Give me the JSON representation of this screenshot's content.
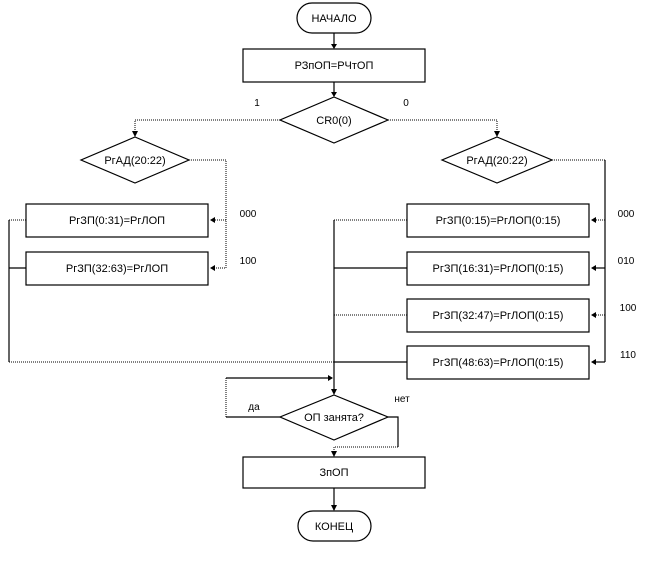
{
  "diagram": {
    "type": "flowchart",
    "start": {
      "label": "НАЧАЛО"
    },
    "init": {
      "label": "РЗпОП=РЧтОП"
    },
    "cond_cr0": {
      "label": "CR0(0)",
      "branch_true": "1",
      "branch_false": "0"
    },
    "left_decision": {
      "label": "РгАД(20:22)"
    },
    "right_decision": {
      "label": "РгАД(20:22)"
    },
    "left_boxes": [
      {
        "label": "РгЗП(0:31)=РгЛОП",
        "code": "000"
      },
      {
        "label": "РгЗП(32:63)=РгЛОП",
        "code": "100"
      }
    ],
    "right_boxes": [
      {
        "label": "РгЗП(0:15)=РгЛОП(0:15)",
        "code": "000"
      },
      {
        "label": "РгЗП(16:31)=РгЛОП(0:15)",
        "code": "010"
      },
      {
        "label": "РгЗП(32:47)=РгЛОП(0:15)",
        "code": "100"
      },
      {
        "label": "РгЗП(48:63)=РгЛОП(0:15)",
        "code": "110"
      }
    ],
    "busy_check": {
      "label": "ОП занята?",
      "yes": "да",
      "no": "нет"
    },
    "write": {
      "label": "ЗпОП"
    },
    "end": {
      "label": "КОНЕЦ"
    }
  }
}
